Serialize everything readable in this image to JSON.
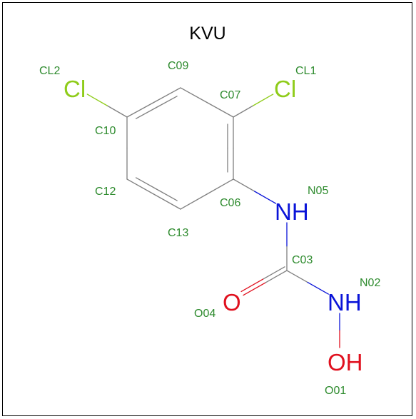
{
  "title": "KVU",
  "colors": {
    "bond": "#808080",
    "label": "#2e8b2e",
    "chlorine": "#8fcc1a",
    "nitrogen": "#0a14d8",
    "oxygen": "#e0101e",
    "title": "#000000"
  },
  "atoms": [
    {
      "id": "CL1",
      "label": "CL1",
      "symbol": "Cl",
      "element": "chlorine"
    },
    {
      "id": "CL2",
      "label": "CL2",
      "symbol": "Cl",
      "element": "chlorine"
    },
    {
      "id": "C09",
      "label": "C09",
      "symbol": "",
      "element": "carbon"
    },
    {
      "id": "C07",
      "label": "C07",
      "symbol": "",
      "element": "carbon"
    },
    {
      "id": "C10",
      "label": "C10",
      "symbol": "",
      "element": "carbon"
    },
    {
      "id": "C12",
      "label": "C12",
      "symbol": "",
      "element": "carbon"
    },
    {
      "id": "C06",
      "label": "C06",
      "symbol": "",
      "element": "carbon"
    },
    {
      "id": "C13",
      "label": "C13",
      "symbol": "",
      "element": "carbon"
    },
    {
      "id": "N05",
      "label": "N05",
      "symbol": "NH",
      "element": "nitrogen"
    },
    {
      "id": "C03",
      "label": "C03",
      "symbol": "",
      "element": "carbon"
    },
    {
      "id": "N02",
      "label": "N02",
      "symbol": "NH",
      "element": "nitrogen"
    },
    {
      "id": "O04",
      "label": "O04",
      "symbol": "O",
      "element": "oxygen"
    },
    {
      "id": "O01",
      "label": "O01",
      "symbol": "OH",
      "element": "oxygen"
    }
  ],
  "bonds": [
    {
      "a": "C09",
      "b": "C07",
      "order": 1
    },
    {
      "a": "C07",
      "b": "C06",
      "order": 2
    },
    {
      "a": "C06",
      "b": "C13",
      "order": 1
    },
    {
      "a": "C13",
      "b": "C12",
      "order": 2
    },
    {
      "a": "C12",
      "b": "C10",
      "order": 1
    },
    {
      "a": "C10",
      "b": "C09",
      "order": 2
    },
    {
      "a": "C07",
      "b": "CL1",
      "order": 1
    },
    {
      "a": "C10",
      "b": "CL2",
      "order": 1
    },
    {
      "a": "C06",
      "b": "N05",
      "order": 1
    },
    {
      "a": "N05",
      "b": "C03",
      "order": 1
    },
    {
      "a": "C03",
      "b": "N02",
      "order": 1
    },
    {
      "a": "C03",
      "b": "O04",
      "order": 2
    },
    {
      "a": "N02",
      "b": "O01",
      "order": 1
    }
  ]
}
